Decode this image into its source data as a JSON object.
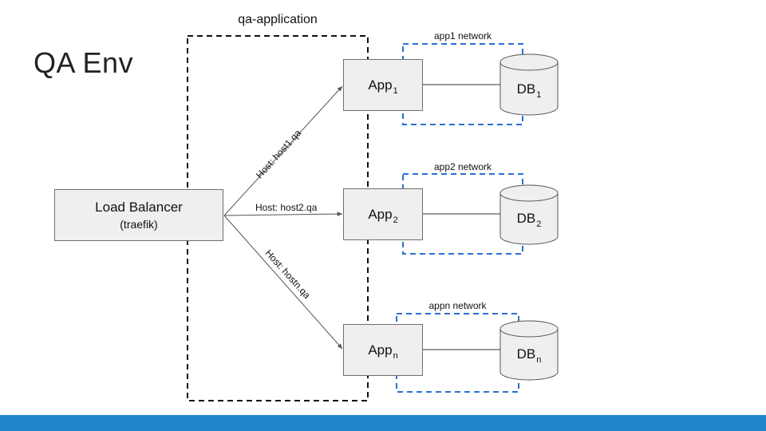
{
  "slide": {
    "title": "QA Env"
  },
  "group": {
    "label": "qa-application"
  },
  "load_balancer": {
    "title": "Load Balancer",
    "subtitle": "(traefik)"
  },
  "apps": [
    {
      "base": "App",
      "sub": "1",
      "db_base": "DB",
      "db_sub": "1",
      "network": "app1 network",
      "route": "Host: host1.qa"
    },
    {
      "base": "App",
      "sub": "2",
      "db_base": "DB",
      "db_sub": "2",
      "network": "app2 network",
      "route": "Host: host2.qa"
    },
    {
      "base": "App",
      "sub": "n",
      "db_base": "DB",
      "db_sub": "n",
      "network": "appn network",
      "route": "Host: hostn.qa"
    }
  ],
  "colors": {
    "network_border": "#2b6fd6",
    "footer": "#1f87c9",
    "box_fill": "#efefef"
  }
}
